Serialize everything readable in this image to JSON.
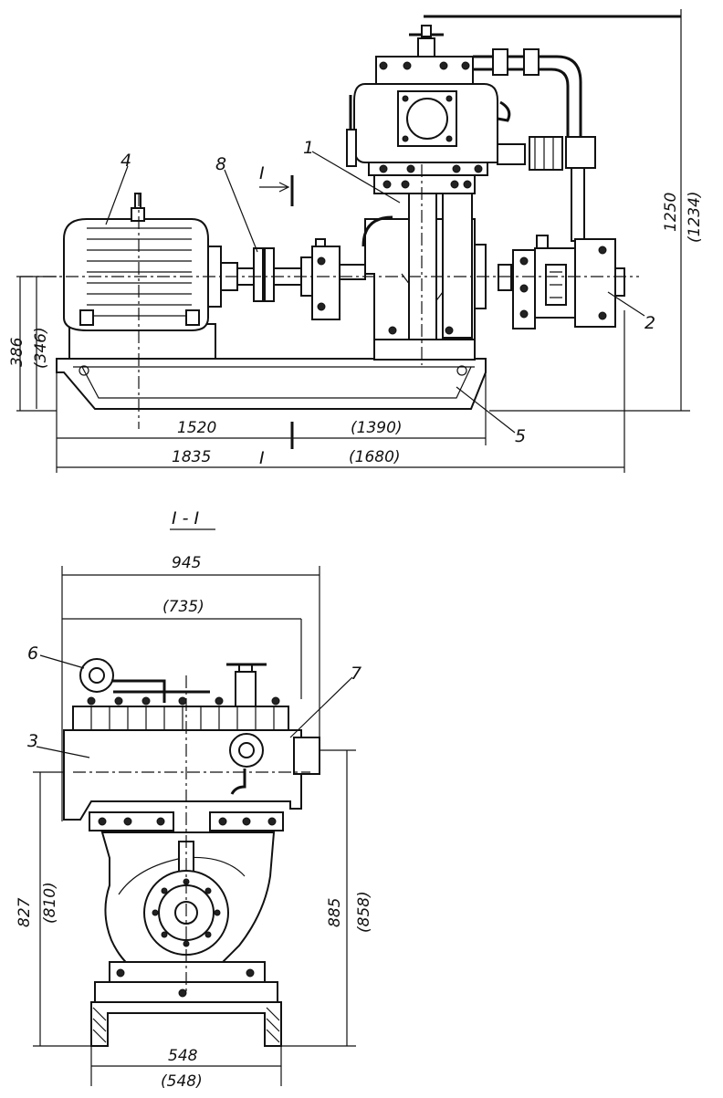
{
  "side_view": {
    "dims": {
      "d1520": "1520",
      "d1390": "(1390)",
      "d1835": "1835",
      "d1680": "(1680)",
      "d1250": "1250",
      "d1234": "(1234)",
      "d386": "386",
      "d346": "(346)"
    },
    "callouts": {
      "c1": "1",
      "c2": "2",
      "c4": "4",
      "c5": "5",
      "c8": "8"
    },
    "section_mark": {
      "top": "I",
      "bottom": "I"
    }
  },
  "section_view": {
    "title": "I - I",
    "dims": {
      "d945": "945",
      "d735": "(735)",
      "d827": "827",
      "d810": "(810)",
      "d885": "885",
      "d858": "(858)",
      "d548": "548",
      "d548b": "(548)"
    },
    "callouts": {
      "c3": "3",
      "c6": "6",
      "c7": "7"
    }
  }
}
